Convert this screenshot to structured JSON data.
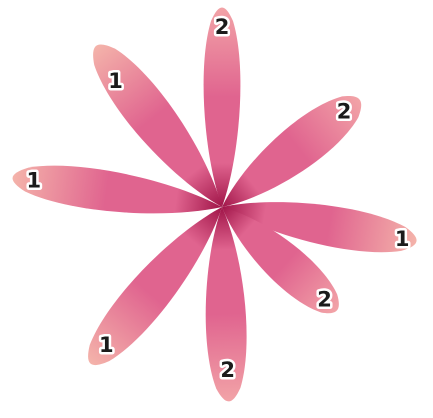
{
  "petals": [
    {
      "label": "2",
      "color_tip": "#f2a3a7",
      "color_mid": "#e0648f",
      "color_base": "#a01448"
    },
    {
      "label": "2",
      "color_tip": "#f2a3a7",
      "color_mid": "#e0648f",
      "color_base": "#a01448"
    },
    {
      "label": "1",
      "color_tip": "#f4b3aa",
      "color_mid": "#e0648f",
      "color_base": "#a01448"
    },
    {
      "label": "2",
      "color_tip": "#f2a3a7",
      "color_mid": "#e0648f",
      "color_base": "#a01448"
    },
    {
      "label": "2",
      "color_tip": "#f2a3a7",
      "color_mid": "#e0648f",
      "color_base": "#a01448"
    },
    {
      "label": "1",
      "color_tip": "#f4b3aa",
      "color_mid": "#e0648f",
      "color_base": "#a01448"
    },
    {
      "label": "1",
      "color_tip": "#f4b3aa",
      "color_mid": "#e0648f",
      "color_base": "#a01448"
    },
    {
      "label": "1",
      "color_tip": "#f4b3aa",
      "color_mid": "#e0648f",
      "color_base": "#a01448"
    }
  ]
}
